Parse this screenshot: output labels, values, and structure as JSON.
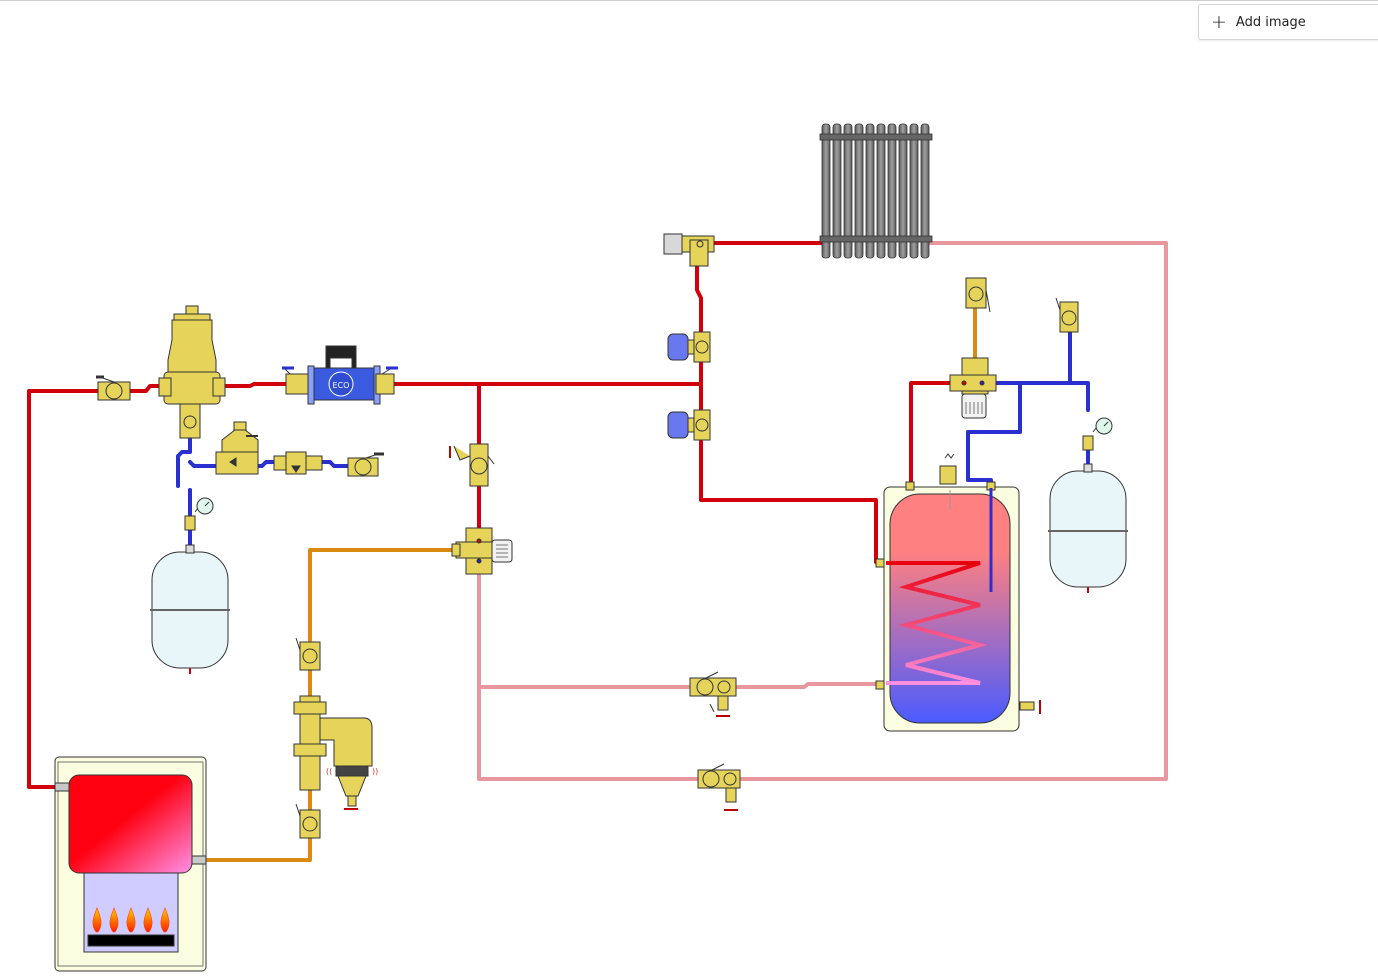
{
  "toolbar": {
    "add_image_label": "Add image",
    "add_image_icon": "plus-icon"
  },
  "diagram": {
    "pipe_colors": {
      "hot": "#d0000c",
      "return": "#e8989c",
      "cold": "#2a2fd0",
      "fill": "#d98a10"
    },
    "valve_color": "#e6d45a",
    "pump_badge": "ECO",
    "components": [
      "boiler",
      "dirt-separator",
      "air-separator",
      "expansion-vessel",
      "circulation-pump",
      "thermostatic-mixing-valve",
      "radiator",
      "hot-water-cylinder",
      "ball-valve",
      "safety-valve",
      "pressure-gauge",
      "pressure-reducing-valve"
    ]
  }
}
